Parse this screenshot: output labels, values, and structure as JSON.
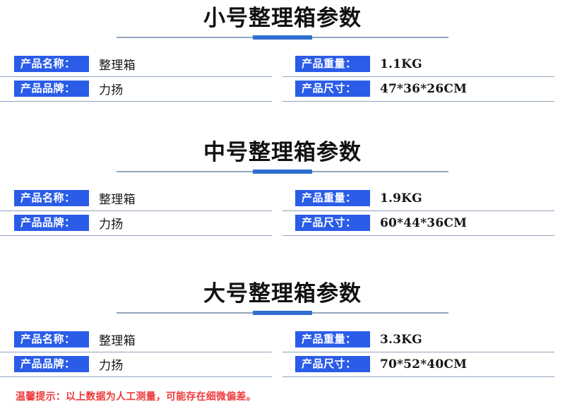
{
  "page": {
    "background": "#ffffff",
    "accent_blue": "#2b5ce8",
    "rule_gray": "#93a5bd",
    "rule_accent": "#2f6fd0",
    "note_red": "#ed3b3b"
  },
  "sections": [
    {
      "title": "小号整理箱参数",
      "rows": [
        {
          "left_label": "产品名称：",
          "left_value": "整理箱",
          "right_label": "产品重量：",
          "right_value": "1.1KG"
        },
        {
          "left_label": "产品品牌：",
          "left_value": "力扬",
          "right_label": "产品尺寸：",
          "right_value": "47*36*26CM"
        }
      ]
    },
    {
      "title": "中号整理箱参数",
      "rows": [
        {
          "left_label": "产品名称：",
          "left_value": "整理箱",
          "right_label": "产品重量：",
          "right_value": "1.9KG"
        },
        {
          "left_label": "产品品牌：",
          "left_value": "力扬",
          "right_label": "产品尺寸：",
          "right_value": "60*44*36CM"
        }
      ]
    },
    {
      "title": "大号整理箱参数",
      "rows": [
        {
          "left_label": "产品名称：",
          "left_value": "整理箱",
          "right_label": "产品重量：",
          "right_value": "3.3KG"
        },
        {
          "left_label": "产品品牌：",
          "left_value": "力扬",
          "right_label": "产品尺寸：",
          "right_value": "70*52*40CM"
        }
      ]
    }
  ],
  "footer": {
    "note": "温馨提示：以上数据为人工测量，可能存在细微偏差。"
  }
}
